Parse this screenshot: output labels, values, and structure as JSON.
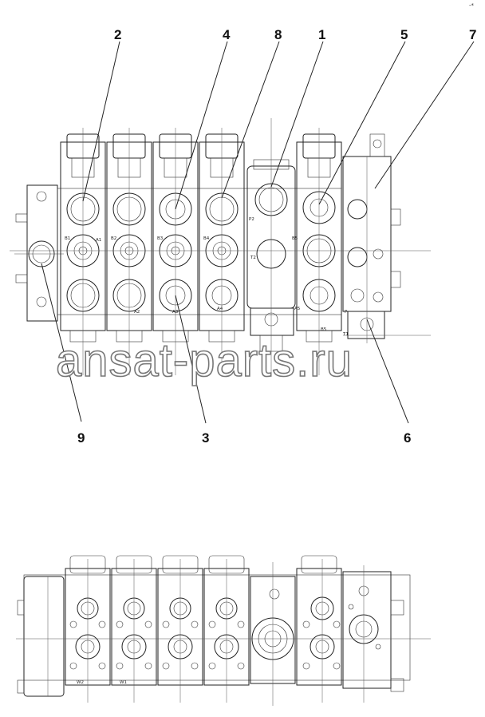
{
  "corner_mark": "-*",
  "watermark": "ansat-parts.ru",
  "callouts": [
    "1",
    "2",
    "3",
    "4",
    "5",
    "6",
    "7",
    "8",
    "9"
  ],
  "port_labels": {
    "b1": "B1",
    "b2": "B2",
    "b3": "B3",
    "b4": "B4",
    "a1": "A1",
    "a2": "A2",
    "a3": "A3",
    "a4": "A4",
    "a5": "A5",
    "b5": "B5",
    "b5b": "B5",
    "p2": "P2",
    "t2": "T2",
    "t1": "T1",
    "p": "P"
  },
  "bottom_labels": {
    "w1": "W1",
    "w2": "W2"
  }
}
